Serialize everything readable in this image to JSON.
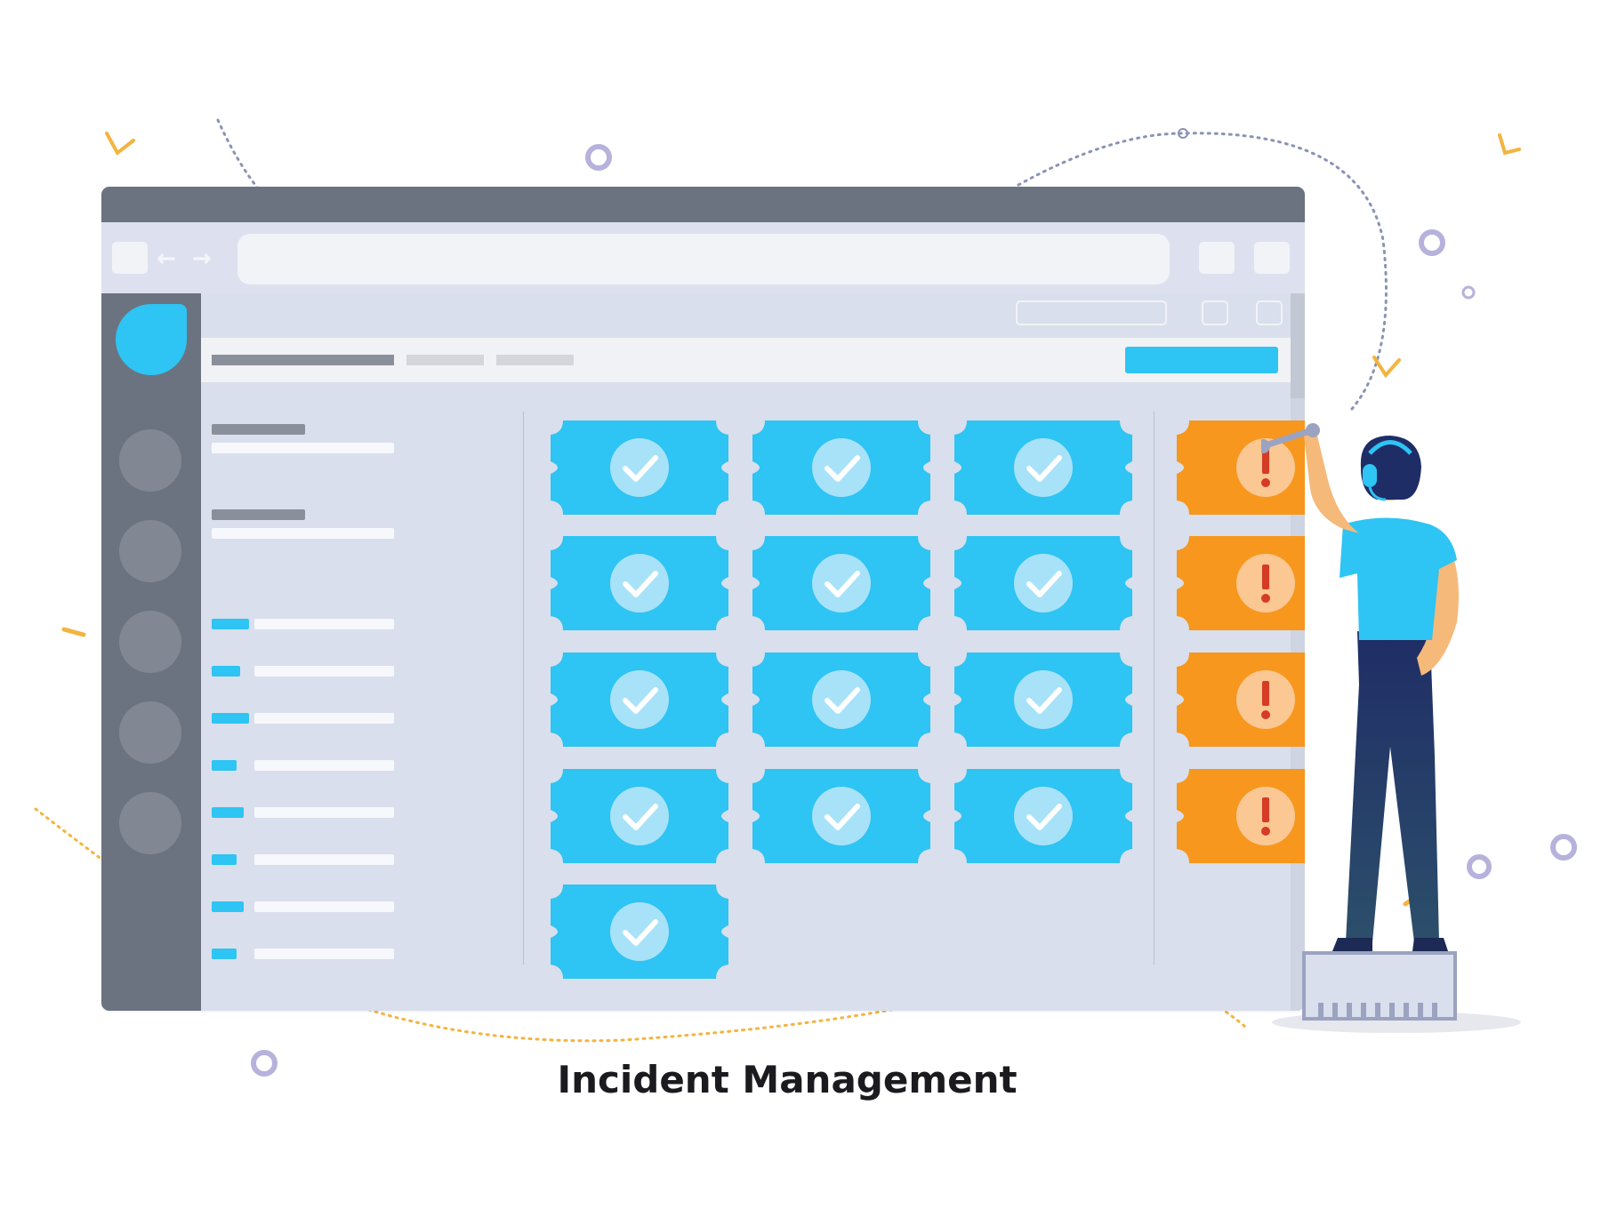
{
  "caption": "Incident Management",
  "colors": {
    "ok": "#2ec4f3",
    "alert": "#f7971e",
    "window_frame": "#6b7380",
    "panel": "#d9dfec"
  },
  "browser": {
    "nav_icons": [
      "back-arrow-icon",
      "forward-arrow-icon"
    ]
  },
  "sidebar": {
    "logo_icon": "app-logo-icon",
    "items": [
      "nav-circle",
      "nav-circle",
      "nav-circle",
      "nav-circle",
      "nav-circle"
    ]
  },
  "tickets": {
    "resolved": {
      "icon": "check-icon",
      "count": 13
    },
    "open": {
      "icon": "exclamation-icon",
      "count": 4
    },
    "columns": [
      {
        "status": "resolved",
        "rows": 5
      },
      {
        "status": "resolved",
        "rows": 4
      },
      {
        "status": "resolved",
        "rows": 4
      },
      {
        "status": "open",
        "rows": 4
      }
    ]
  },
  "person": {
    "icon": "support-agent-with-wrench-icon"
  }
}
